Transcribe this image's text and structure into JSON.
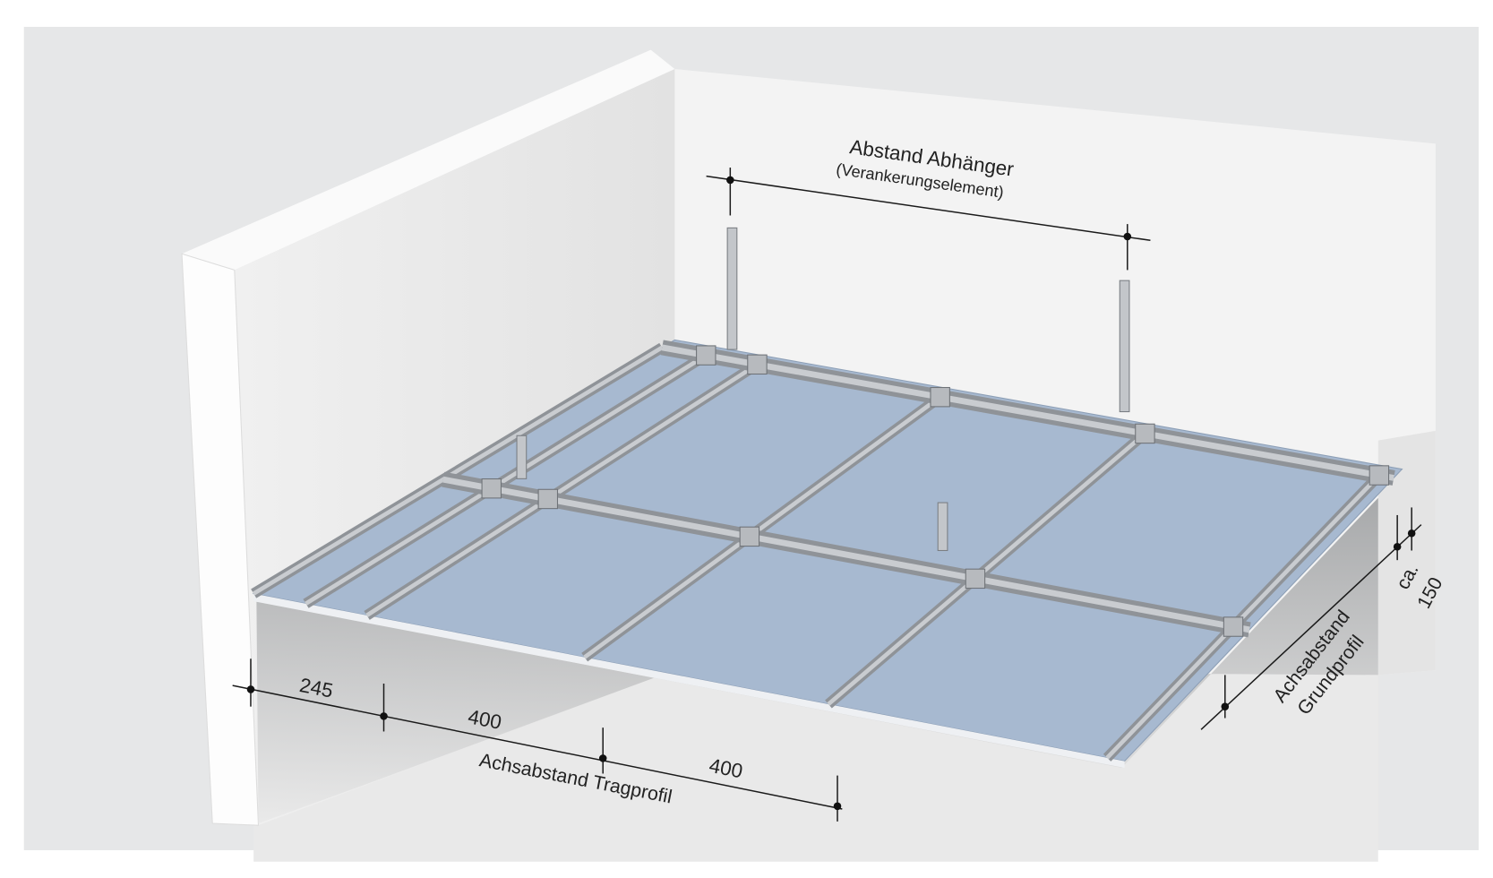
{
  "labels": {
    "hanger_distance": "Abstand Abhänger",
    "hanger_note": "(Verankerungselement)",
    "dim_245": "245",
    "dim_400_a": "400",
    "dim_400_b": "400",
    "support_profile_spacing": "Achsabstand Tragprofil",
    "base_profile_line1": "Achsabstand",
    "base_profile_line2": "Grundprofil",
    "edge_line1": "ca.",
    "edge_line2": "150"
  },
  "colors": {
    "background_panel": "#e6e7e8",
    "wall": "#f1f1f1",
    "wall_shade": "#dcdcdc",
    "board": "#a7b9d0",
    "profile": "#9a9ea3",
    "dimension": "#1a1a1a"
  }
}
